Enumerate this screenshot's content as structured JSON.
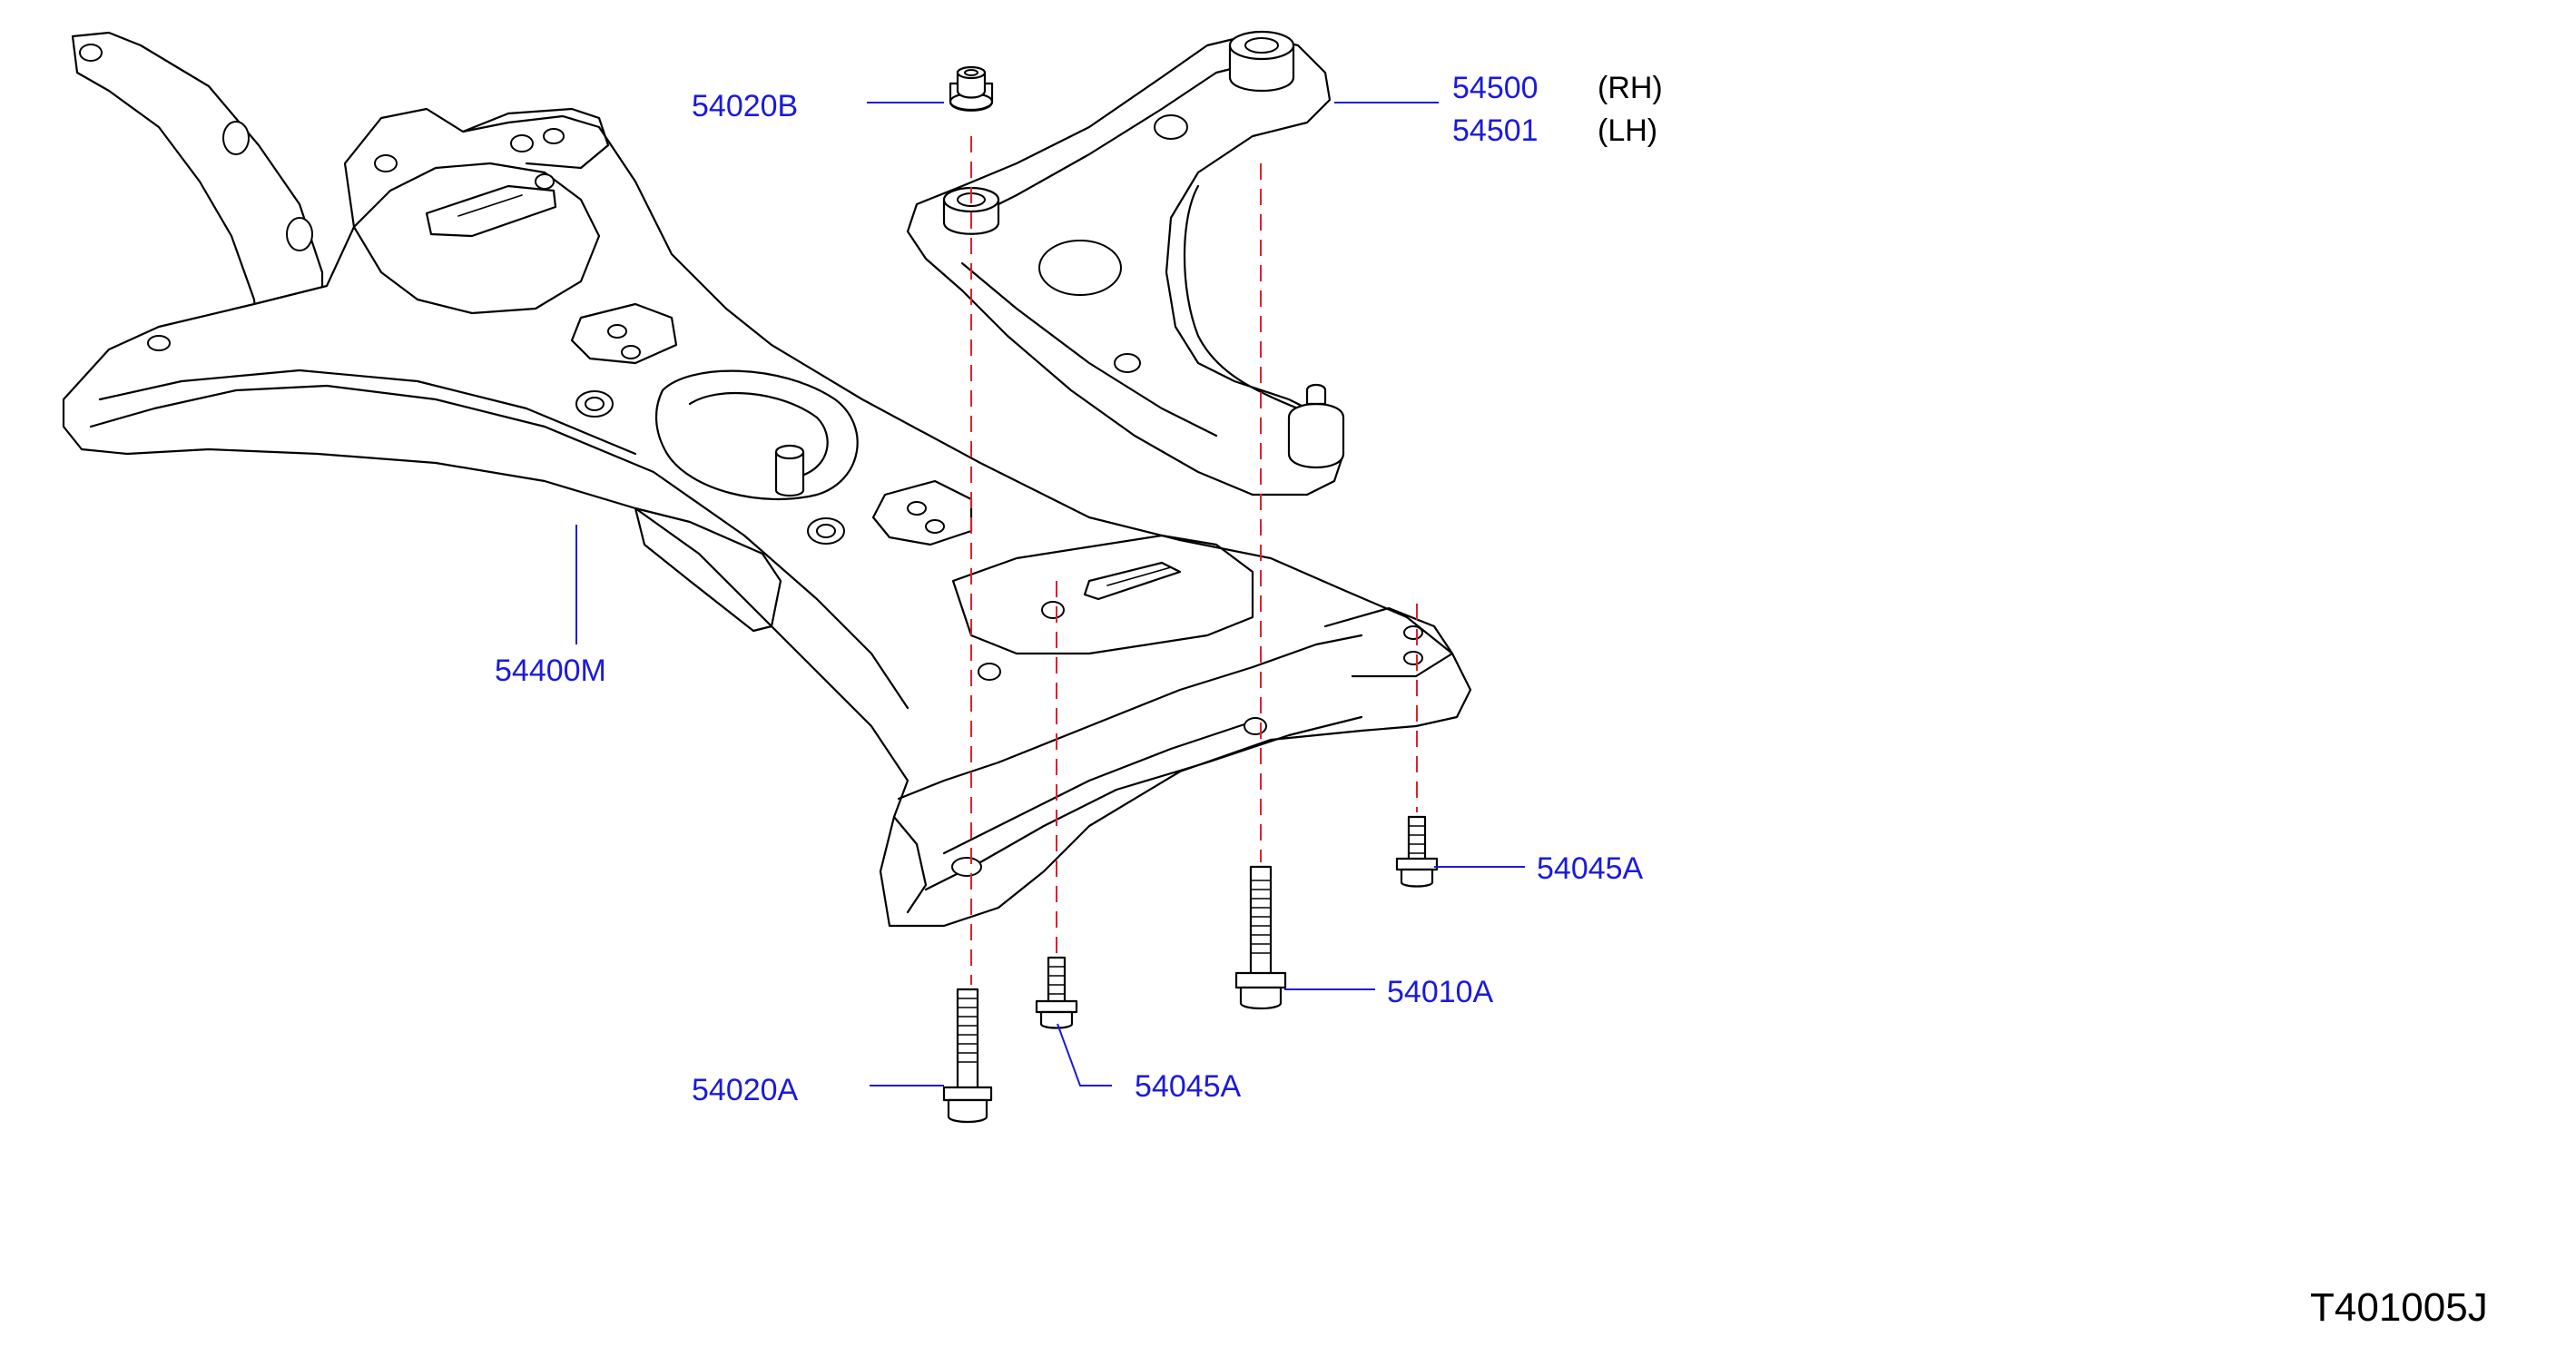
{
  "labels": {
    "subframe": "54400M",
    "nut": "54020B",
    "arm_rh": "54500",
    "arm_lh": "54501",
    "rh": "(RH)",
    "lh": "(LH)",
    "bolt_front": "54020A",
    "bolt_small_center": "54045A",
    "bolt_long": "54010A",
    "bolt_small_right": "54045A"
  },
  "diagram_ref": "T401005J",
  "colors": {
    "callout_text": "#1a1adc",
    "leader_line": "#1a1adc",
    "axis_line": "#e0202a",
    "outline": "#000000"
  }
}
